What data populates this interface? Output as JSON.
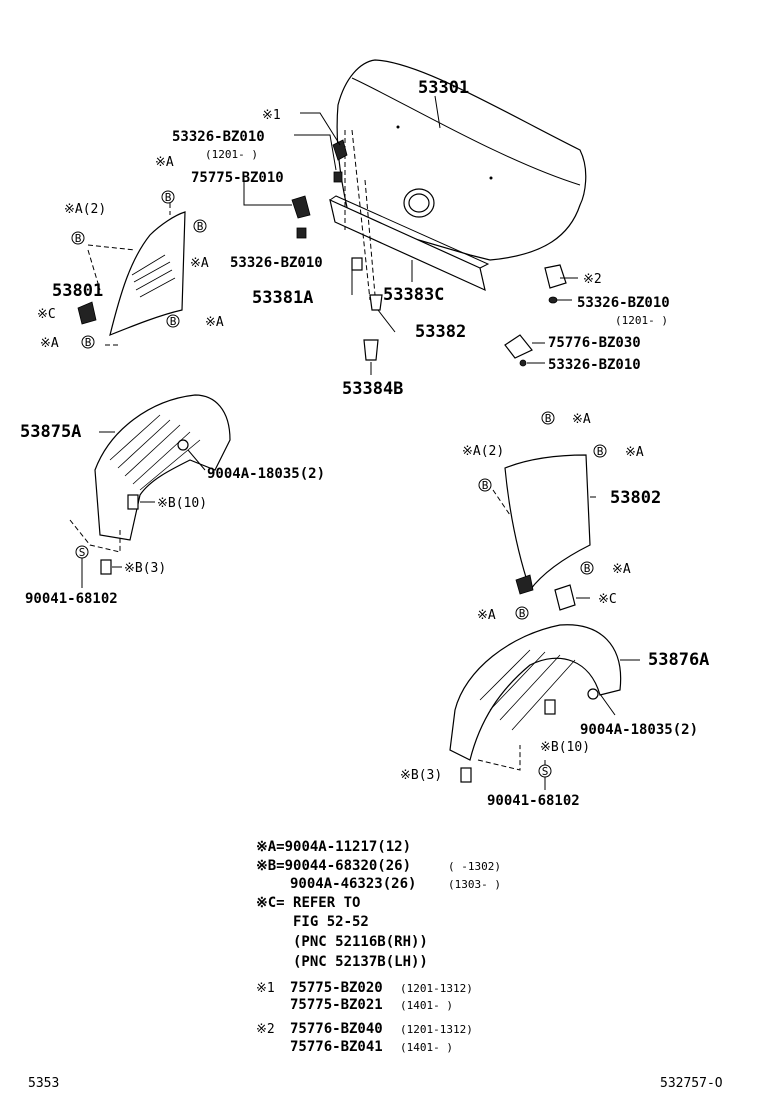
{
  "parts": {
    "p53301": "53301",
    "p53326_bz010_a": "53326-BZ010",
    "date_1201_a": "(1201-    )",
    "note1_mark": "※1",
    "p75775_bz010": "75775-BZ010",
    "p53326_bz010_b": "53326-BZ010",
    "p53381a": "53381A",
    "p53383c": "53383C",
    "p53382": "53382",
    "p53384b": "53384B",
    "note2_mark": "※2",
    "p53326_bz010_c": "53326-BZ010",
    "date_1201_c": "(1201-    )",
    "p75776_bz030": "75776-BZ030",
    "p53326_bz010_d": "53326-BZ010",
    "p53801": "53801",
    "p53875a": "53875A",
    "p9004a_18035_left": "9004A-18035(2)",
    "p90041_68102_left": "90041-68102",
    "p53802": "53802",
    "p53876a": "53876A",
    "p9004a_18035_right": "9004A-18035(2)",
    "p90041_68102_right": "90041-68102"
  },
  "callouts": {
    "xa": "※A",
    "xa2": "※A(2)",
    "xc": "※C",
    "xb10": "※B(10)",
    "xb3": "※B(3)",
    "b": "B",
    "s": "S"
  },
  "legend": {
    "a_line": "※A=9004A-11217(12)",
    "b_line1": "※B=90044-68320(26)",
    "b_line1_date": "(     -1302)",
    "b_line2": "9004A-46323(26)",
    "b_line2_date": "(1303-     )",
    "c_line1": "※C= REFER TO",
    "c_line2": "FIG 52-52",
    "c_line3": "(PNC 52116B(RH))",
    "c_line4": "(PNC 52137B(LH))",
    "n1_mark": "※1",
    "n1_line1": "75775-BZ020",
    "n1_line1_date": "(1201-1312)",
    "n1_line2": "75775-BZ021",
    "n1_line2_date": "(1401-     )",
    "n2_mark": "※2",
    "n2_line1": "75776-BZ040",
    "n2_line1_date": "(1201-1312)",
    "n2_line2": "75776-BZ041",
    "n2_line2_date": "(1401-     )"
  },
  "footer": {
    "left": "5353",
    "right": "532757-O"
  }
}
